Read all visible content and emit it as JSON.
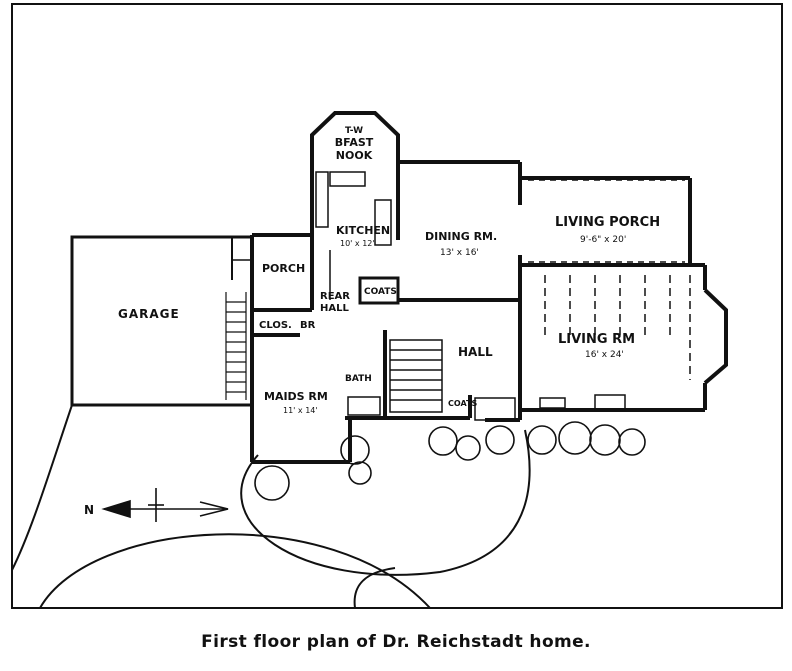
{
  "caption": "First floor plan of Dr. Reichstadt home.",
  "rooms": {
    "bfast_line1": "T-W",
    "bfast_line2": "BFAST",
    "bfast_line3": "NOOK",
    "kitchen": "KITCHEN",
    "kitchen_size": "10' x 12'",
    "dining": "DINING RM.",
    "dining_size": "13' x 16'",
    "living_porch": "LIVING PORCH",
    "living_porch_size": "9'-6\" x 20'",
    "porch": "PORCH",
    "garage": "GARAGE",
    "coats_rear": "COATS",
    "rear_hall_1": "REAR",
    "rear_hall_2": "HALL",
    "clos": "CLOS.",
    "br": "BR",
    "hall": "HALL",
    "living_rm": "LIVING RM",
    "living_rm_size": "16' x 24'",
    "maids_rm": "MAIDS RM",
    "maids_rm_size": "11' x 14'",
    "bath": "BATH",
    "coats_front": "COATS",
    "north": "N"
  }
}
